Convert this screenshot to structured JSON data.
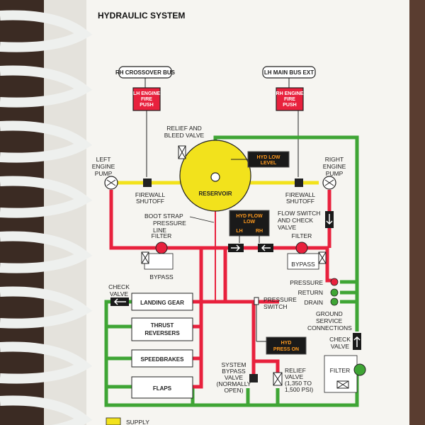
{
  "page_title": "HYDRAULIC SYSTEM",
  "labels": {
    "rh_crossover_bus": "RH CROSSOVER BUS",
    "lh_main_bus_ext": "LH MAIN BUS EXT",
    "lh_fire_push": [
      "LH ENGINE",
      "FIRE",
      "PUSH"
    ],
    "rh_fire_push": [
      "RH ENGINE",
      "FIRE",
      "PUSH"
    ],
    "relief_bleed": [
      "RELIEF AND",
      "BLEED VALVE"
    ],
    "hyd_low_level": [
      "HYD LOW",
      "LEVEL"
    ],
    "left_engine_pump": [
      "LEFT",
      "ENGINE",
      "PUMP"
    ],
    "right_engine_pump": [
      "RIGHT",
      "ENGINE",
      "PUMP"
    ],
    "reservoir": "RESERVOIR",
    "firewall_shutoff_l": [
      "FIREWALL",
      "SHUTOFF"
    ],
    "firewall_shutoff_r": [
      "FIREWALL",
      "SHUTOFF"
    ],
    "boot_strap": [
      "BOOT STRAP",
      "PRESSURE",
      "LINE"
    ],
    "hyd_flow_low": [
      "HYD FLOW",
      "LOW",
      "LH",
      "RH"
    ],
    "flow_switch": [
      "FLOW SWITCH",
      "AND CHECK",
      "VALVE"
    ],
    "filter_l": "FILTER",
    "filter_r": "FILTER",
    "bypass_l": "BYPASS",
    "bypass_r": "BYPASS",
    "pressure": "PRESSURE",
    "return": "RETURN",
    "drain": "DRAIN",
    "ground_service": [
      "GROUND",
      "SERVICE",
      "CONNECTIONS"
    ],
    "check_valve_l": [
      "CHECK",
      "VALVE"
    ],
    "check_valve_r": [
      "CHECK",
      "VALVE"
    ],
    "landing_gear": "LANDING GEAR",
    "thrust_reversers": [
      "THRUST",
      "REVERSERS"
    ],
    "speedbrakes": "SPEEDBRAKES",
    "flaps": "FLAPS",
    "pressure_switch": [
      "PRESSURE",
      "SWITCH"
    ],
    "hyd_press_on": [
      "HYD",
      "PRESS ON"
    ],
    "system_bypass": [
      "SYSTEM",
      "BYPASS",
      "VALVE",
      "(NORMALLY",
      "OPEN)"
    ],
    "relief_valve": [
      "RELIEF",
      "VALVE",
      "(1,350 TO",
      "1,500 PSI)"
    ],
    "filter_bottom": "FILTER",
    "legend_supply": "SUPPLY"
  },
  "colors": {
    "supply": "#f2e21c",
    "pressure": "#e8213d",
    "return": "#3fa535",
    "annunciator": "#e8213d",
    "page": "#f7f6f2"
  },
  "icons": [
    "binder-ring-icon",
    "pump-icon",
    "valve-icon",
    "filter-icon",
    "check-valve-icon",
    "arrow-icon"
  ]
}
